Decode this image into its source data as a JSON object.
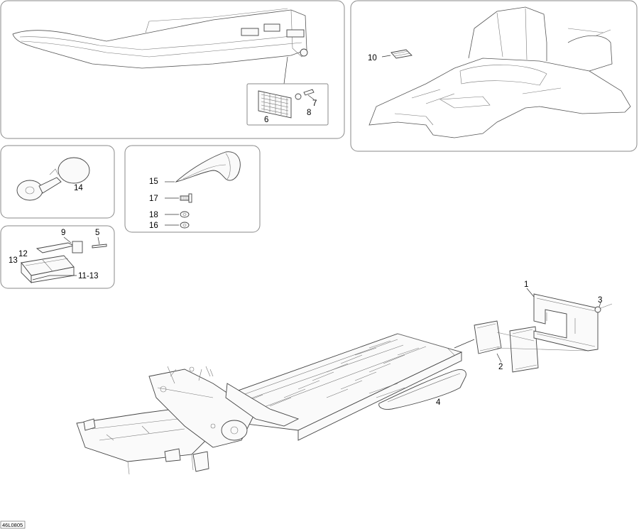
{
  "diagram": {
    "reference_code": "46L0805",
    "callouts": {
      "c1": "1",
      "c2": "2",
      "c3": "3",
      "c4": "4",
      "c5": "5",
      "c6": "6",
      "c7": "7",
      "c8": "8",
      "c9": "9",
      "c10": "10",
      "c12": "12",
      "c13": "13",
      "c11_13": "11-13",
      "c14": "14",
      "c15": "15",
      "c16": "16",
      "c17": "17",
      "c18": "18"
    },
    "colors": {
      "outline": "#444444",
      "panel_border": "#8a8a8a",
      "fill": "#fafafa",
      "text": "#000000"
    }
  }
}
